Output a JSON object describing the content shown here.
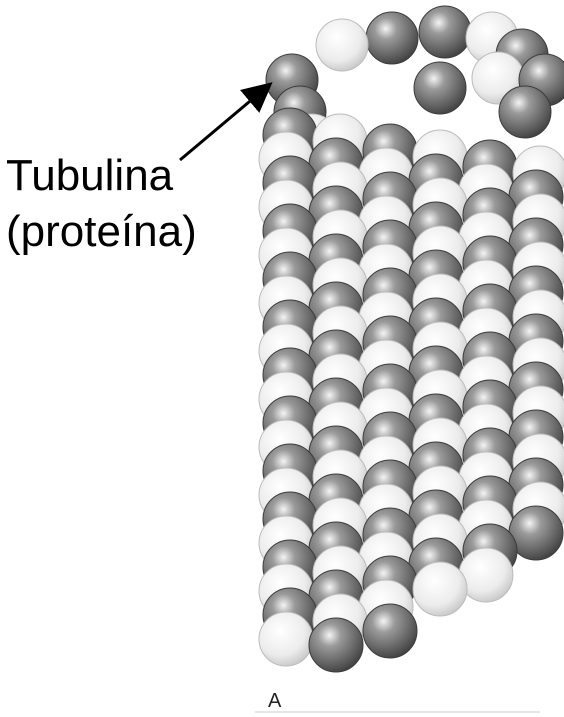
{
  "annotation": {
    "line1": "Tubulina",
    "line2": "(proteína)"
  },
  "panel_label": "A",
  "colors": {
    "alpha_tubulin": "#6e6e6e",
    "beta_tubulin": "#e8e8e8",
    "arrow": "#000000",
    "background": "#ffffff"
  }
}
